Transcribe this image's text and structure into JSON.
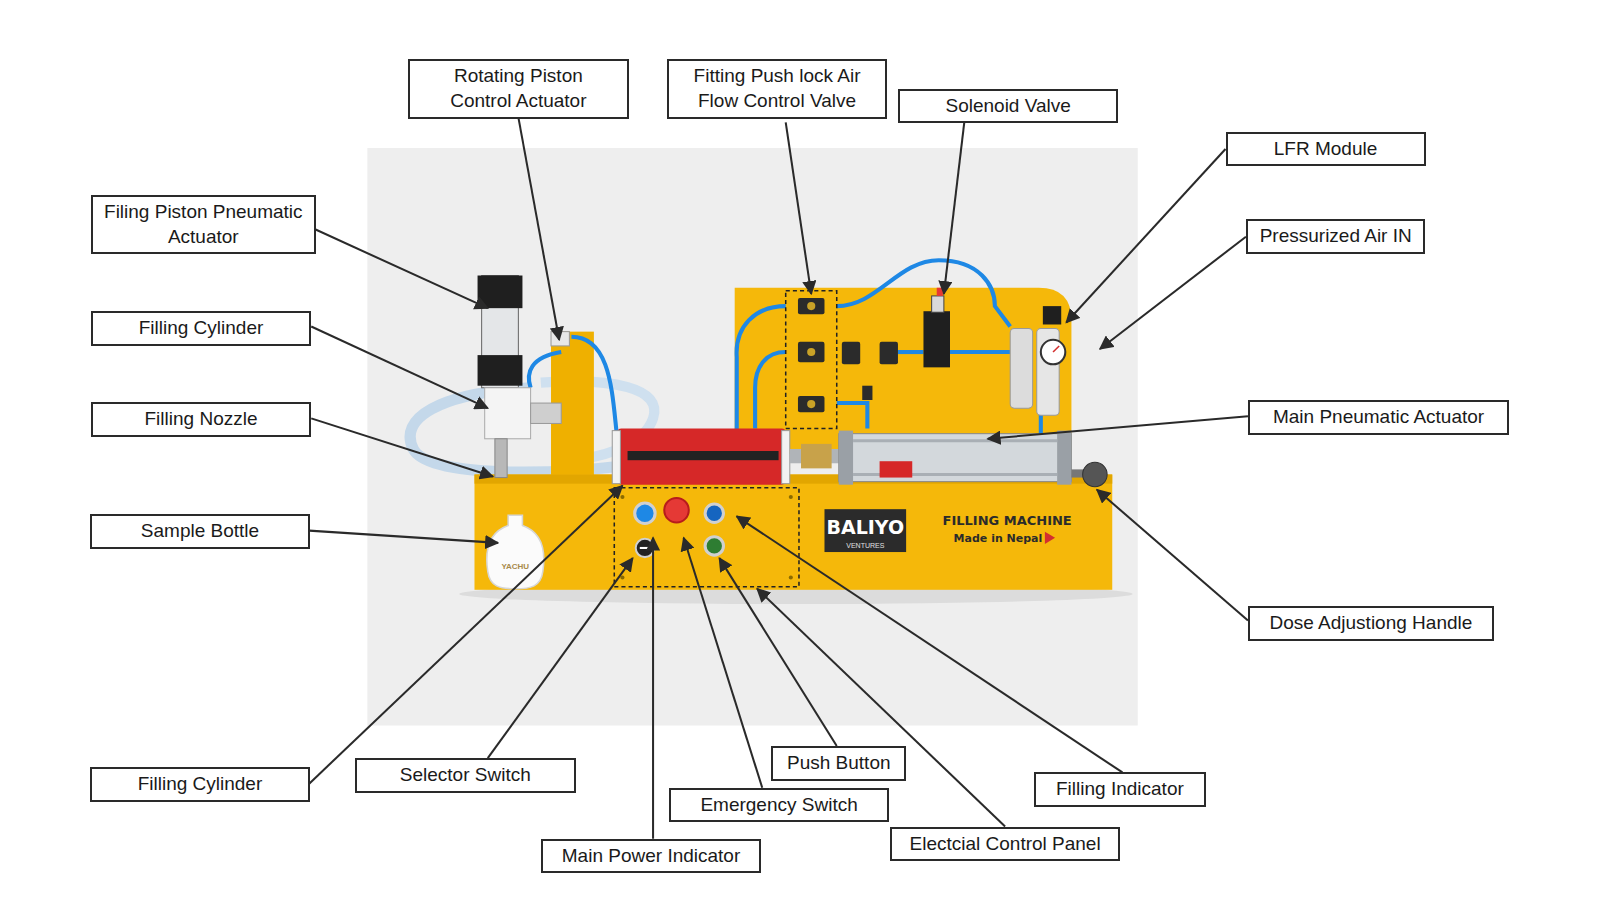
{
  "diagram": {
    "nodes": [
      {
        "text": [
          "Rotating Piston Control Actuator"
        ]
      },
      {
        "text": [
          "Fitting Push lock Air Flow Control Valve"
        ]
      },
      {
        "text": [
          "Solenoid Valve"
        ]
      },
      {
        "text": [
          "LFR Module"
        ]
      },
      {
        "text": [
          "Filing Piston Pneumatic Actuator"
        ]
      },
      {
        "text": [
          "Pressurized Air IN"
        ]
      },
      {
        "text": [
          "Filling Cylinder"
        ]
      },
      {
        "text": [
          "Filling Nozzle"
        ]
      },
      {
        "text": [
          "Main Pneumatic Actuator"
        ]
      },
      {
        "text": [
          "Sample Bottle"
        ]
      },
      {
        "text": [
          "Dose Adjustiong Handle"
        ]
      },
      {
        "text": [
          "Push Button"
        ]
      },
      {
        "text": [
          "Selector Switch"
        ]
      },
      {
        "text": [
          "Filling Cylinder"
        ]
      },
      {
        "text": [
          "Filling Indicator"
        ]
      },
      {
        "text": [
          "Emergency Switch"
        ]
      },
      {
        "text": [
          "Electcial Control Panel"
        ]
      },
      {
        "text": [
          "Main Power Indicator"
        ]
      }
    ],
    "labels": [
      "BALIYO",
      "VENTURES",
      "FILLING MACHINE",
      "Made in Nepal",
      "YACHU"
    ]
  }
}
